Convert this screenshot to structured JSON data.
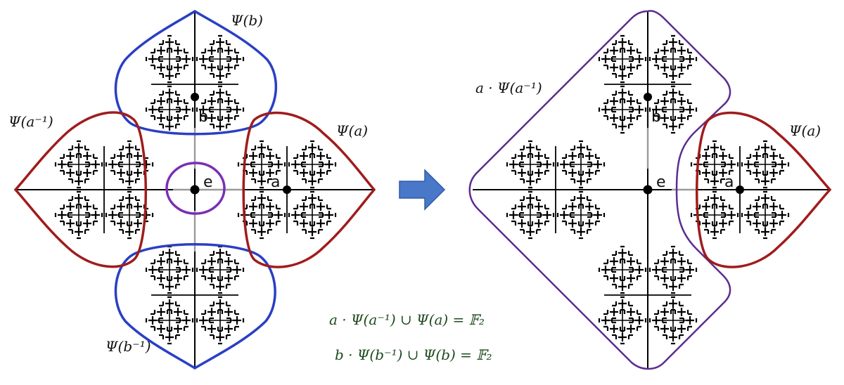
{
  "left_diagram": {
    "regions": [
      {
        "key": "psi_b",
        "label": "Ψ(b)",
        "color": "#2a3fc4"
      },
      {
        "key": "psi_b_inv",
        "label": "Ψ(b⁻¹)",
        "color": "#2a3fc4"
      },
      {
        "key": "psi_a",
        "label": "Ψ(a)",
        "color": "#a01c1c"
      },
      {
        "key": "psi_a_inv",
        "label": "Ψ(a⁻¹)",
        "color": "#a01c1c"
      }
    ],
    "identity_region_color": "#7a2fb5",
    "nodes": {
      "e": "e",
      "a": "a",
      "b": "b"
    }
  },
  "arrow": {
    "color": "#4a78c8",
    "icon": "right-arrow-icon"
  },
  "right_diagram": {
    "left_region_label": "a · Ψ(a⁻¹)",
    "left_region_color": "#5b2d8e",
    "right_region_label": "Ψ(a)",
    "right_region_color": "#a01c1c",
    "nodes": {
      "e": "e",
      "a": "a",
      "b": "b"
    }
  },
  "equations": [
    "a · Ψ(a⁻¹) ∪ Ψ(a) = 𝔽₂",
    "b · Ψ(b⁻¹) ∪ Ψ(b) = 𝔽₂"
  ]
}
